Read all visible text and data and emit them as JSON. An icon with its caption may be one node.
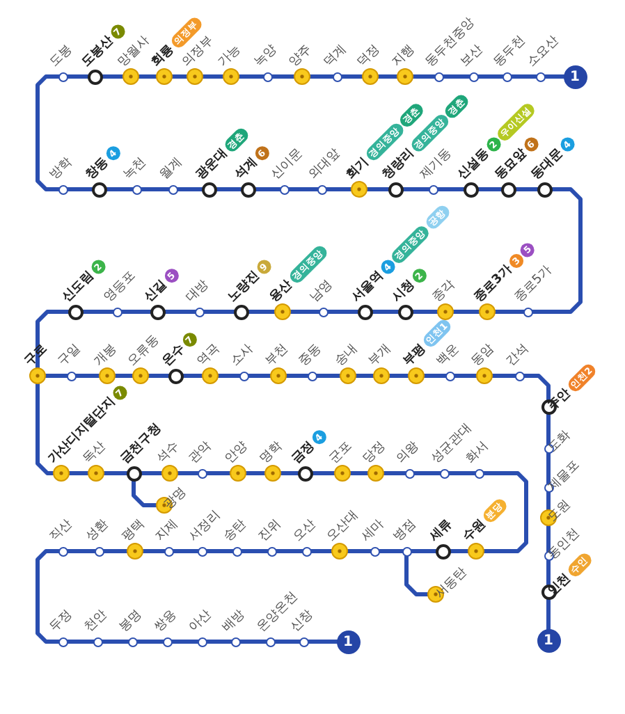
{
  "diagram": {
    "nodes": [
      {
        "text": [],
        "shape": "circle",
        "beside": [
          "도봉"
        ]
      },
      {
        "text": [],
        "shape": "circle",
        "beside": [
          "도봉산",
          "7"
        ]
      },
      {
        "text": [],
        "shape": "circle",
        "beside": [
          "망월사"
        ]
      },
      {
        "text": [],
        "shape": "circle",
        "beside": [
          "회룡",
          "의정부"
        ]
      },
      {
        "text": [],
        "shape": "circle",
        "beside": [
          "의정부"
        ]
      },
      {
        "text": [],
        "shape": "circle",
        "beside": [
          "가능"
        ]
      },
      {
        "text": [],
        "shape": "circle",
        "beside": [
          "녹양"
        ]
      },
      {
        "text": [],
        "shape": "circle",
        "beside": [
          "양주"
        ]
      },
      {
        "text": [],
        "shape": "circle",
        "beside": [
          "덕계"
        ]
      },
      {
        "text": [],
        "shape": "circle",
        "beside": [
          "덕정"
        ]
      },
      {
        "text": [],
        "shape": "circle",
        "beside": [
          "지행"
        ]
      },
      {
        "text": [],
        "shape": "circle",
        "beside": [
          "동두천중앙"
        ]
      },
      {
        "text": [],
        "shape": "circle",
        "beside": [
          "보산"
        ]
      },
      {
        "text": [],
        "shape": "circle",
        "beside": [
          "동두천"
        ]
      },
      {
        "text": [],
        "shape": "circle",
        "beside": [
          "소요산"
        ]
      },
      {
        "text": [
          "1"
        ]
      },
      {
        "text": [],
        "shape": "circle",
        "beside": [
          "방학"
        ]
      },
      {
        "text": [],
        "shape": "circle",
        "beside": [
          "창동",
          "4"
        ]
      },
      {
        "text": [],
        "shape": "circle",
        "beside": [
          "녹천"
        ]
      },
      {
        "text": [],
        "shape": "circle",
        "beside": [
          "월계"
        ]
      },
      {
        "text": [],
        "shape": "circle",
        "beside": [
          "광운대",
          "경춘"
        ]
      },
      {
        "text": [],
        "shape": "circle",
        "beside": [
          "석계",
          "6"
        ]
      },
      {
        "text": [],
        "shape": "circle",
        "beside": [
          "신이문"
        ]
      },
      {
        "text": [],
        "shape": "circle",
        "beside": [
          "외대앞"
        ]
      },
      {
        "text": [],
        "shape": "circle",
        "beside": [
          "회기",
          "경의중앙",
          "경춘"
        ]
      },
      {
        "text": [],
        "shape": "circle",
        "beside": [
          "청량리",
          "경의중앙",
          "경춘"
        ]
      },
      {
        "text": [],
        "shape": "circle",
        "beside": [
          "제기동"
        ]
      },
      {
        "text": [],
        "shape": "circle",
        "beside": [
          "신설동",
          "2",
          "우이신설"
        ]
      },
      {
        "text": [],
        "shape": "circle",
        "beside": [
          "동묘앞",
          "6"
        ]
      },
      {
        "text": [],
        "shape": "circle",
        "beside": [
          "동대문",
          "4"
        ]
      },
      {
        "text": [],
        "shape": "circle",
        "beside": [
          "신도림",
          "2"
        ]
      },
      {
        "text": [],
        "shape": "circle",
        "beside": [
          "영등포"
        ]
      },
      {
        "text": [],
        "shape": "circle",
        "beside": [
          "신길",
          "5"
        ]
      },
      {
        "text": [],
        "shape": "circle",
        "beside": [
          "대방"
        ]
      },
      {
        "text": [],
        "shape": "circle",
        "beside": [
          "노량진",
          "9"
        ]
      },
      {
        "text": [],
        "shape": "circle",
        "beside": [
          "용산",
          "경의중앙"
        ]
      },
      {
        "text": [],
        "shape": "circle",
        "beside": [
          "남영"
        ]
      },
      {
        "text": [],
        "shape": "circle",
        "beside": [
          "서울역",
          "4",
          "경의중앙",
          "공항"
        ]
      },
      {
        "text": [],
        "shape": "circle",
        "beside": [
          "시청",
          "2"
        ]
      },
      {
        "text": [],
        "shape": "circle",
        "beside": [
          "종각"
        ]
      },
      {
        "text": [],
        "shape": "circle",
        "beside": [
          "종로3가",
          "3",
          "5"
        ]
      },
      {
        "text": [],
        "shape": "circle",
        "beside": [
          "종로5가"
        ]
      },
      {
        "text": [],
        "shape": "circle",
        "beside": [
          "구로"
        ]
      },
      {
        "text": [],
        "shape": "circle",
        "beside": [
          "구일"
        ]
      },
      {
        "text": [],
        "shape": "circle",
        "beside": [
          "개봉"
        ]
      },
      {
        "text": [],
        "shape": "circle",
        "beside": [
          "오류동"
        ]
      },
      {
        "text": [],
        "shape": "circle",
        "beside": [
          "온수",
          "7"
        ]
      },
      {
        "text": [],
        "shape": "circle",
        "beside": [
          "역곡"
        ]
      },
      {
        "text": [],
        "shape": "circle",
        "beside": [
          "소사"
        ]
      },
      {
        "text": [],
        "shape": "circle",
        "beside": [
          "부천"
        ]
      },
      {
        "text": [],
        "shape": "circle",
        "beside": [
          "중동"
        ]
      },
      {
        "text": [],
        "shape": "circle",
        "beside": [
          "송내"
        ]
      },
      {
        "text": [],
        "shape": "circle",
        "beside": [
          "부개"
        ]
      },
      {
        "text": [],
        "shape": "circle",
        "beside": [
          "부평",
          "인천1"
        ]
      },
      {
        "text": [],
        "shape": "circle",
        "beside": [
          "백운"
        ]
      },
      {
        "text": [],
        "shape": "circle",
        "beside": [
          "동암"
        ]
      },
      {
        "text": [],
        "shape": "circle",
        "beside": [
          "간석"
        ]
      },
      {
        "text": [],
        "shape": "circle",
        "beside": [
          "주안",
          "인천2"
        ]
      },
      {
        "text": [],
        "shape": "circle",
        "beside": [
          "도화"
        ]
      },
      {
        "text": [],
        "shape": "circle",
        "beside": [
          "제물포"
        ]
      },
      {
        "text": [],
        "shape": "circle",
        "beside": [
          "도원"
        ]
      },
      {
        "text": [],
        "shape": "circle",
        "beside": [
          "동인천"
        ]
      },
      {
        "text": [],
        "shape": "circle",
        "beside": [
          "인천",
          "수인"
        ]
      },
      {
        "text": [
          "1"
        ]
      },
      {
        "text": [],
        "shape": "circle",
        "beside": [
          "가산디지털단지",
          "7"
        ]
      },
      {
        "text": [],
        "shape": "circle",
        "beside": [
          "독산"
        ]
      },
      {
        "text": [],
        "shape": "circle",
        "beside": [
          "금천구청"
        ]
      },
      {
        "text": [],
        "shape": "circle",
        "beside": [
          "석수"
        ]
      },
      {
        "text": [],
        "shape": "circle",
        "beside": [
          "관악"
        ]
      },
      {
        "text": [],
        "shape": "circle",
        "beside": [
          "안양"
        ]
      },
      {
        "text": [],
        "shape": "circle",
        "beside": [
          "명학"
        ]
      },
      {
        "text": [],
        "shape": "circle",
        "beside": [
          "금정",
          "4"
        ]
      },
      {
        "text": [],
        "shape": "circle",
        "beside": [
          "군포"
        ]
      },
      {
        "text": [],
        "shape": "circle",
        "beside": [
          "당정"
        ]
      },
      {
        "text": [],
        "shape": "circle",
        "beside": [
          "의왕"
        ]
      },
      {
        "text": [],
        "shape": "circle",
        "beside": [
          "성균관대"
        ]
      },
      {
        "text": [],
        "shape": "circle",
        "beside": [
          "화서"
        ]
      },
      {
        "text": [],
        "shape": "circle",
        "beside": [
          "광명"
        ]
      },
      {
        "text": [],
        "shape": "circle",
        "beside": [
          "직산"
        ]
      },
      {
        "text": [],
        "shape": "circle",
        "beside": [
          "성환"
        ]
      },
      {
        "text": [],
        "shape": "circle",
        "beside": [
          "평택"
        ]
      },
      {
        "text": [],
        "shape": "circle",
        "beside": [
          "지제"
        ]
      },
      {
        "text": [],
        "shape": "circle",
        "beside": [
          "서정리"
        ]
      },
      {
        "text": [],
        "shape": "circle",
        "beside": [
          "송탄"
        ]
      },
      {
        "text": [],
        "shape": "circle",
        "beside": [
          "진위"
        ]
      },
      {
        "text": [],
        "shape": "circle",
        "beside": [
          "오산"
        ]
      },
      {
        "text": [],
        "shape": "circle",
        "beside": [
          "오산대"
        ]
      },
      {
        "text": [],
        "shape": "circle",
        "beside": [
          "세마"
        ]
      },
      {
        "text": [],
        "shape": "circle",
        "beside": [
          "병점"
        ]
      },
      {
        "text": [],
        "shape": "circle",
        "beside": [
          "세류"
        ]
      },
      {
        "text": [],
        "shape": "circle",
        "beside": [
          "수원",
          "분당"
        ]
      },
      {
        "text": [],
        "shape": "circle",
        "beside": [
          "서동탄"
        ]
      },
      {
        "text": [],
        "shape": "circle",
        "beside": [
          "두정"
        ]
      },
      {
        "text": [],
        "shape": "circle",
        "beside": [
          "천안"
        ]
      },
      {
        "text": [],
        "shape": "circle",
        "beside": [
          "봉명"
        ]
      },
      {
        "text": [],
        "shape": "circle",
        "beside": [
          "쌍용"
        ]
      },
      {
        "text": [],
        "shape": "circle",
        "beside": [
          "아산"
        ]
      },
      {
        "text": [],
        "shape": "circle",
        "beside": [
          "배방"
        ]
      },
      {
        "text": [],
        "shape": "circle",
        "beside": [
          "온양온천"
        ]
      },
      {
        "text": [],
        "shape": "circle",
        "beside": [
          "신창"
        ]
      },
      {
        "text": [
          "1"
        ]
      }
    ],
    "edges": [
      {
        "from": 0,
        "to": 1,
        "arrow": "none"
      },
      {
        "from": 1,
        "to": 2,
        "arrow": "none"
      },
      {
        "from": 2,
        "to": 3,
        "arrow": "none"
      },
      {
        "from": 3,
        "to": 4,
        "arrow": "none"
      },
      {
        "from": 4,
        "to": 5,
        "arrow": "none"
      },
      {
        "from": 5,
        "to": 6,
        "arrow": "none"
      },
      {
        "from": 6,
        "to": 7,
        "arrow": "none"
      },
      {
        "from": 7,
        "to": 8,
        "arrow": "none"
      },
      {
        "from": 8,
        "to": 9,
        "arrow": "none"
      },
      {
        "from": 9,
        "to": 10,
        "arrow": "none"
      },
      {
        "from": 10,
        "to": 11,
        "arrow": "none"
      },
      {
        "from": 11,
        "to": 12,
        "arrow": "none"
      },
      {
        "from": 12,
        "to": 13,
        "arrow": "none"
      },
      {
        "from": 13,
        "to": 14,
        "arrow": "none"
      },
      {
        "from": 14,
        "to": 15,
        "arrow": "none"
      },
      {
        "from": 0,
        "to": 16,
        "arrow": "none"
      },
      {
        "from": 16,
        "to": 17,
        "arrow": "none"
      },
      {
        "from": 17,
        "to": 18,
        "arrow": "none"
      },
      {
        "from": 18,
        "to": 19,
        "arrow": "none"
      },
      {
        "from": 19,
        "to": 20,
        "arrow": "none"
      },
      {
        "from": 20,
        "to": 21,
        "arrow": "none"
      },
      {
        "from": 21,
        "to": 22,
        "arrow": "none"
      },
      {
        "from": 22,
        "to": 23,
        "arrow": "none"
      },
      {
        "from": 23,
        "to": 24,
        "arrow": "none"
      },
      {
        "from": 24,
        "to": 25,
        "arrow": "none"
      },
      {
        "from": 25,
        "to": 26,
        "arrow": "none"
      },
      {
        "from": 26,
        "to": 27,
        "arrow": "none"
      },
      {
        "from": 27,
        "to": 28,
        "arrow": "none"
      },
      {
        "from": 28,
        "to": 29,
        "arrow": "none"
      },
      {
        "from": 29,
        "to": 41,
        "arrow": "none"
      },
      {
        "from": 41,
        "to": 40,
        "arrow": "none"
      },
      {
        "from": 40,
        "to": 39,
        "arrow": "none"
      },
      {
        "from": 39,
        "to": 38,
        "arrow": "none"
      },
      {
        "from": 38,
        "to": 37,
        "arrow": "none"
      },
      {
        "from": 37,
        "to": 36,
        "arrow": "none"
      },
      {
        "from": 36,
        "to": 35,
        "arrow": "none"
      },
      {
        "from": 35,
        "to": 34,
        "arrow": "none"
      },
      {
        "from": 34,
        "to": 33,
        "arrow": "none"
      },
      {
        "from": 33,
        "to": 32,
        "arrow": "none"
      },
      {
        "from": 32,
        "to": 31,
        "arrow": "none"
      },
      {
        "from": 31,
        "to": 30,
        "arrow": "none"
      },
      {
        "from": 30,
        "to": 42,
        "arrow": "none"
      },
      {
        "from": 42,
        "to": 43,
        "arrow": "none"
      },
      {
        "from": 43,
        "to": 44,
        "arrow": "none"
      },
      {
        "from": 44,
        "to": 45,
        "arrow": "none"
      },
      {
        "from": 45,
        "to": 46,
        "arrow": "none"
      },
      {
        "from": 46,
        "to": 47,
        "arrow": "none"
      },
      {
        "from": 47,
        "to": 48,
        "arrow": "none"
      },
      {
        "from": 48,
        "to": 49,
        "arrow": "none"
      },
      {
        "from": 49,
        "to": 50,
        "arrow": "none"
      },
      {
        "from": 50,
        "to": 51,
        "arrow": "none"
      },
      {
        "from": 51,
        "to": 52,
        "arrow": "none"
      },
      {
        "from": 52,
        "to": 53,
        "arrow": "none"
      },
      {
        "from": 53,
        "to": 54,
        "arrow": "none"
      },
      {
        "from": 54,
        "to": 55,
        "arrow": "none"
      },
      {
        "from": 55,
        "to": 56,
        "arrow": "none"
      },
      {
        "from": 56,
        "to": 57,
        "arrow": "none"
      },
      {
        "from": 57,
        "to": 58,
        "arrow": "none"
      },
      {
        "from": 58,
        "to": 59,
        "arrow": "none"
      },
      {
        "from": 59,
        "to": 60,
        "arrow": "none"
      },
      {
        "from": 60,
        "to": 61,
        "arrow": "none"
      },
      {
        "from": 61,
        "to": 62,
        "arrow": "none"
      },
      {
        "from": 62,
        "to": 63,
        "arrow": "none"
      },
      {
        "from": 42,
        "to": 64,
        "arrow": "none"
      },
      {
        "from": 64,
        "to": 65,
        "arrow": "none"
      },
      {
        "from": 65,
        "to": 66,
        "arrow": "none"
      },
      {
        "from": 66,
        "to": 67,
        "arrow": "none"
      },
      {
        "from": 67,
        "to": 68,
        "arrow": "none"
      },
      {
        "from": 68,
        "to": 69,
        "arrow": "none"
      },
      {
        "from": 69,
        "to": 70,
        "arrow": "none"
      },
      {
        "from": 70,
        "to": 71,
        "arrow": "none"
      },
      {
        "from": 71,
        "to": 72,
        "arrow": "none"
      },
      {
        "from": 72,
        "to": 73,
        "arrow": "none"
      },
      {
        "from": 73,
        "to": 74,
        "arrow": "none"
      },
      {
        "from": 74,
        "to": 75,
        "arrow": "none"
      },
      {
        "from": 75,
        "to": 76,
        "arrow": "none"
      },
      {
        "from": 66,
        "to": 77,
        "arrow": "none"
      },
      {
        "from": 76,
        "to": 90,
        "arrow": "none"
      },
      {
        "from": 90,
        "to": 89,
        "arrow": "none"
      },
      {
        "from": 89,
        "to": 88,
        "arrow": "none"
      },
      {
        "from": 88,
        "to": 87,
        "arrow": "none"
      },
      {
        "from": 87,
        "to": 86,
        "arrow": "none"
      },
      {
        "from": 86,
        "to": 85,
        "arrow": "none"
      },
      {
        "from": 85,
        "to": 84,
        "arrow": "none"
      },
      {
        "from": 84,
        "to": 83,
        "arrow": "none"
      },
      {
        "from": 83,
        "to": 82,
        "arrow": "none"
      },
      {
        "from": 82,
        "to": 81,
        "arrow": "none"
      },
      {
        "from": 81,
        "to": 80,
        "arrow": "none"
      },
      {
        "from": 80,
        "to": 79,
        "arrow": "none"
      },
      {
        "from": 79,
        "to": 78,
        "arrow": "none"
      },
      {
        "from": 88,
        "to": 91,
        "arrow": "none"
      },
      {
        "from": 78,
        "to": 92,
        "arrow": "none"
      },
      {
        "from": 92,
        "to": 93,
        "arrow": "none"
      },
      {
        "from": 93,
        "to": 94,
        "arrow": "none"
      },
      {
        "from": 94,
        "to": 95,
        "arrow": "none"
      },
      {
        "from": 95,
        "to": 96,
        "arrow": "none"
      },
      {
        "from": 96,
        "to": 97,
        "arrow": "none"
      },
      {
        "from": 97,
        "to": 98,
        "arrow": "none"
      },
      {
        "from": 98,
        "to": 99,
        "arrow": "none"
      },
      {
        "from": 99,
        "to": 100,
        "arrow": "none"
      }
    ]
  }
}
